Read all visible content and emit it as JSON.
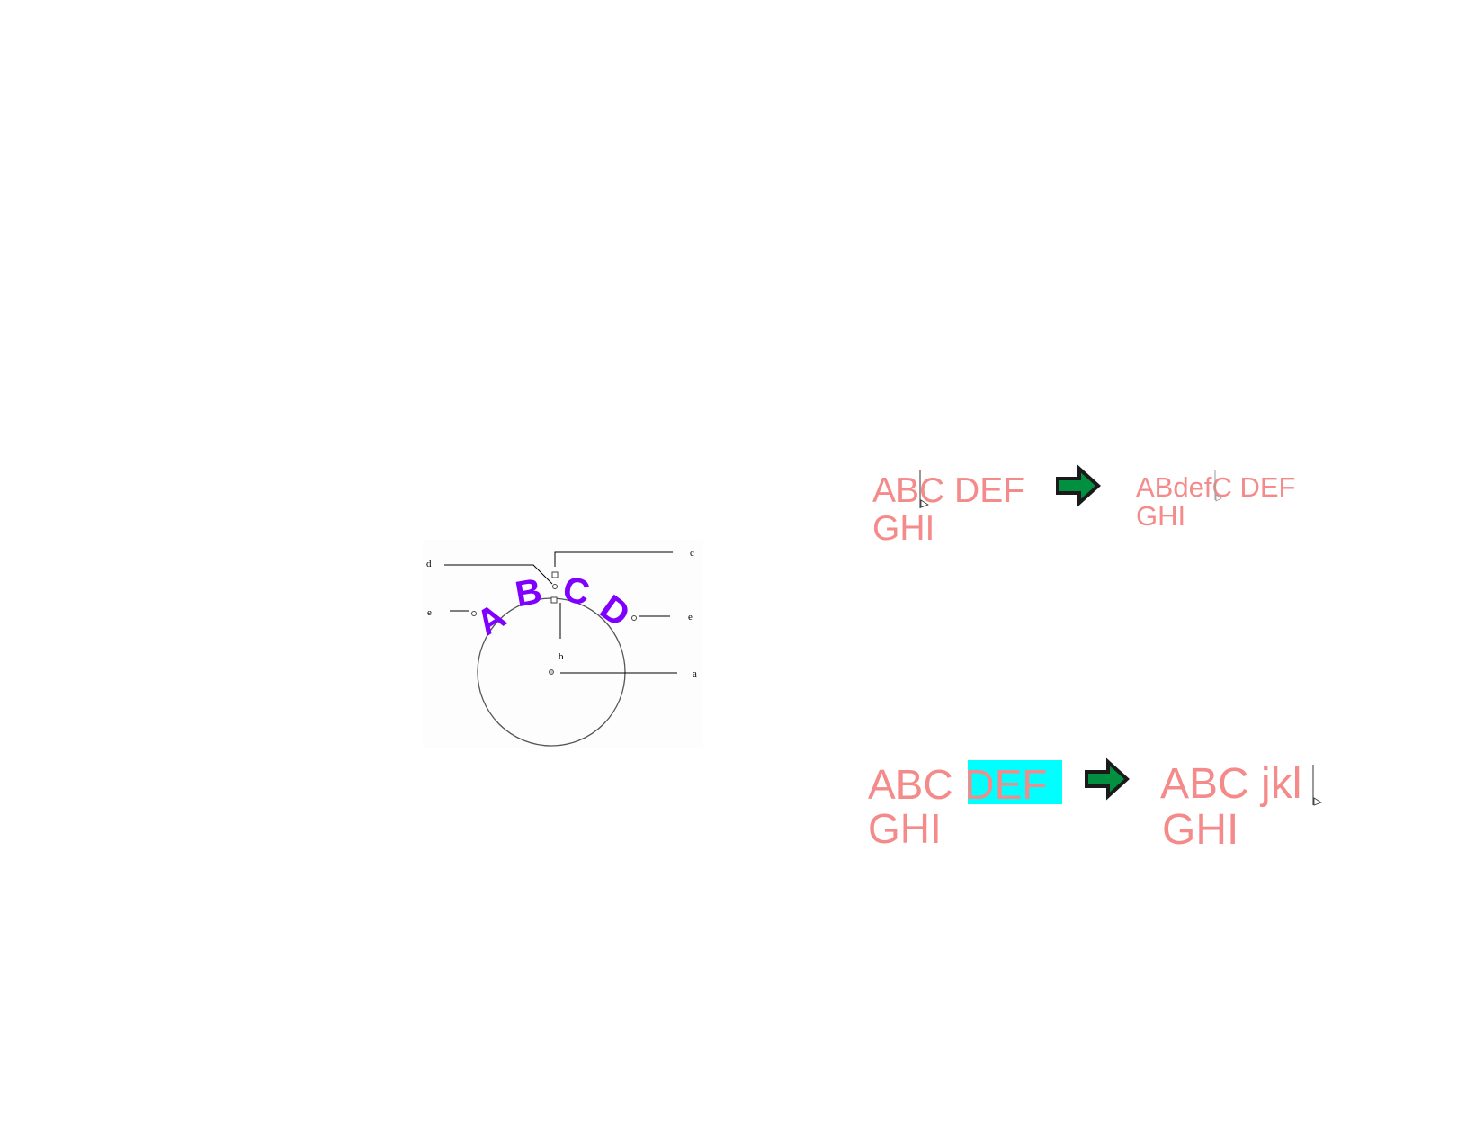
{
  "diagram": {
    "labels": {
      "a": "a",
      "b": "b",
      "c": "c",
      "d": "d",
      "e_left": "e",
      "e_right": "e"
    },
    "arc_letters": [
      "A",
      "B",
      "C",
      "D"
    ],
    "arc_color": "#8000ff"
  },
  "example_insert": {
    "before_line1": "ABC DEF",
    "before_line2": "GHI",
    "after_line1": "ABdefC DEF",
    "after_line2": "GHI"
  },
  "example_replace": {
    "before_line1_prefix": "ABC ",
    "before_selected": "DEF",
    "before_line2": "GHI",
    "after_line1": "ABC jkl",
    "after_line2": "GHI"
  },
  "colors": {
    "text": "#f48a8a",
    "selection": "#00ffff",
    "arrow_fill": "#009040",
    "arrow_outline": "#1a1a1a"
  }
}
